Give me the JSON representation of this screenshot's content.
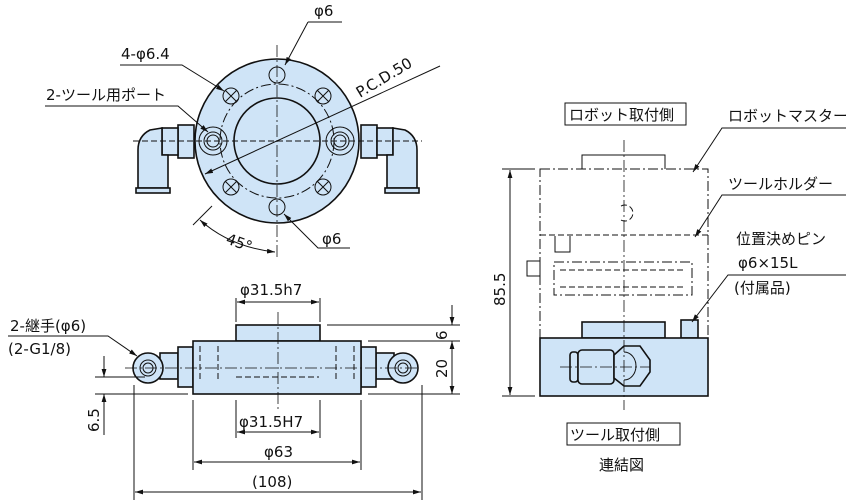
{
  "colors": {
    "part_fill": "#cfe4f7",
    "line": "#111111"
  },
  "top_view": {
    "hole_dia_top": "φ6",
    "bolt_holes": "4-φ6.4",
    "tool_port": "2-ツール用ポート",
    "pcd": "P.C.D.50",
    "angle": "45°",
    "hole_dia_bottom": "φ6"
  },
  "side_view": {
    "fitting_label": "2-継手(φ6)",
    "fitting_thread": "(2-G1/8)",
    "boss_dia": "φ31.5h7",
    "boss_height": "6",
    "body_height": "20",
    "port_offset": "6.5",
    "bore_dia": "φ31.5H7",
    "body_dia": "φ63",
    "overall_width": "(108)"
  },
  "connection_view": {
    "robot_side": "ロボット取付側",
    "robot_master": "ロボットマスター",
    "tool_holder": "ツールホルダー",
    "pin_label": "位置決めピン",
    "pin_size": "φ6×15L",
    "pin_note": "(付属品)",
    "total_height": "85.5",
    "tool_side": "ツール取付側",
    "caption": "連結図"
  }
}
